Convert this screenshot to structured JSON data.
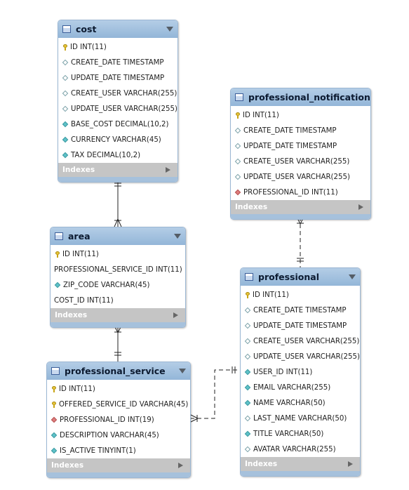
{
  "indexes_label": "Indexes",
  "tables": {
    "cost": {
      "name": "cost",
      "columns": [
        {
          "text": "ID INT(11)",
          "marker": "key"
        },
        {
          "text": "CREATE_DATE TIMESTAMP",
          "marker": "hollow"
        },
        {
          "text": "UPDATE_DATE TIMESTAMP",
          "marker": "hollow"
        },
        {
          "text": "CREATE_USER VARCHAR(255)",
          "marker": "hollow"
        },
        {
          "text": "UPDATE_USER VARCHAR(255)",
          "marker": "hollow"
        },
        {
          "text": "BASE_COST DECIMAL(10,2)",
          "marker": "filled"
        },
        {
          "text": "CURRENCY VARCHAR(45)",
          "marker": "filled"
        },
        {
          "text": "TAX DECIMAL(10,2)",
          "marker": "filled"
        }
      ]
    },
    "professional_notification": {
      "name": "professional_notification",
      "columns": [
        {
          "text": "ID INT(11)",
          "marker": "key"
        },
        {
          "text": "CREATE_DATE TIMESTAMP",
          "marker": "hollow"
        },
        {
          "text": "UPDATE_DATE TIMESTAMP",
          "marker": "hollow"
        },
        {
          "text": "CREATE_USER VARCHAR(255)",
          "marker": "hollow"
        },
        {
          "text": "UPDATE_USER VARCHAR(255)",
          "marker": "hollow"
        },
        {
          "text": "PROFESSIONAL_ID INT(11)",
          "marker": "red"
        }
      ]
    },
    "area": {
      "name": "area",
      "columns": [
        {
          "text": "ID INT(11)",
          "marker": "key"
        },
        {
          "text": "PROFESSIONAL_SERVICE_ID INT(11)",
          "marker": "none"
        },
        {
          "text": "ZIP_CODE VARCHAR(45)",
          "marker": "filled"
        },
        {
          "text": "COST_ID INT(11)",
          "marker": "none"
        }
      ]
    },
    "professional": {
      "name": "professional",
      "columns": [
        {
          "text": "ID INT(11)",
          "marker": "key"
        },
        {
          "text": "CREATE_DATE TIMESTAMP",
          "marker": "hollow"
        },
        {
          "text": "UPDATE_DATE TIMESTAMP",
          "marker": "hollow"
        },
        {
          "text": "CREATE_USER VARCHAR(255)",
          "marker": "hollow"
        },
        {
          "text": "UPDATE_USER VARCHAR(255)",
          "marker": "hollow"
        },
        {
          "text": "USER_ID INT(11)",
          "marker": "filled"
        },
        {
          "text": "EMAIL VARCHAR(255)",
          "marker": "filled"
        },
        {
          "text": "NAME VARCHAR(50)",
          "marker": "filled"
        },
        {
          "text": "LAST_NAME VARCHAR(50)",
          "marker": "hollow"
        },
        {
          "text": "TITLE VARCHAR(50)",
          "marker": "filled"
        },
        {
          "text": "AVATAR VARCHAR(255)",
          "marker": "hollow"
        }
      ]
    },
    "professional_service": {
      "name": "professional_service",
      "columns": [
        {
          "text": "ID INT(11)",
          "marker": "key"
        },
        {
          "text": "OFFERED_SERVICE_ID VARCHAR(45)",
          "marker": "key"
        },
        {
          "text": "PROFESSIONAL_ID INT(19)",
          "marker": "red"
        },
        {
          "text": "DESCRIPTION VARCHAR(45)",
          "marker": "filled"
        },
        {
          "text": "IS_ACTIVE TINYINT(1)",
          "marker": "filled"
        }
      ]
    }
  },
  "colors": {
    "header": "#9cbcdc",
    "indexes_bar": "#c5c5c5",
    "line": "#222222",
    "key": "#e8c53a",
    "filled_marker": "#5ec2c9",
    "fk_marker": "#de7c7c"
  }
}
